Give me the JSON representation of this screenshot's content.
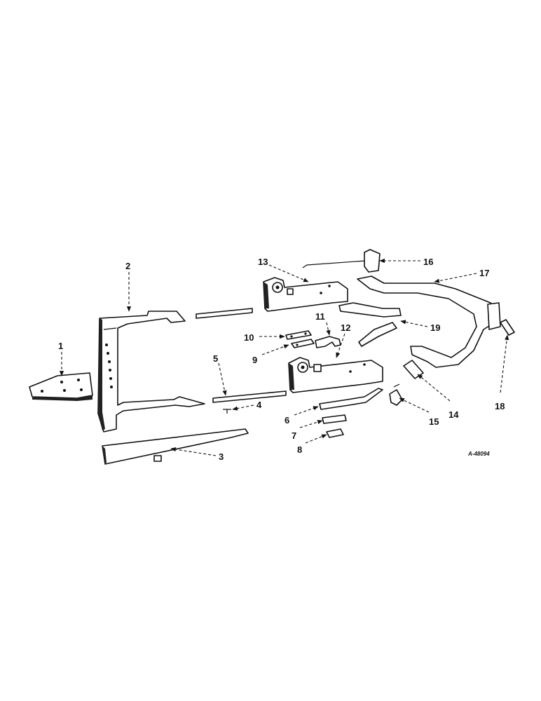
{
  "labels": {
    "l1": "1",
    "l2": "2",
    "l3": "3",
    "l4": "4",
    "l5": "5",
    "l6": "6",
    "l7": "7",
    "l8": "8",
    "l9": "9",
    "l10": "10",
    "l11": "11",
    "l12": "12",
    "l13": "13",
    "l14": "14",
    "l15": "15",
    "l16": "16",
    "l17": "17",
    "l18": "18",
    "l19": "19"
  },
  "reference_code": "A-48094",
  "colors": {
    "ink": "#111111",
    "paper": "#ffffff"
  }
}
